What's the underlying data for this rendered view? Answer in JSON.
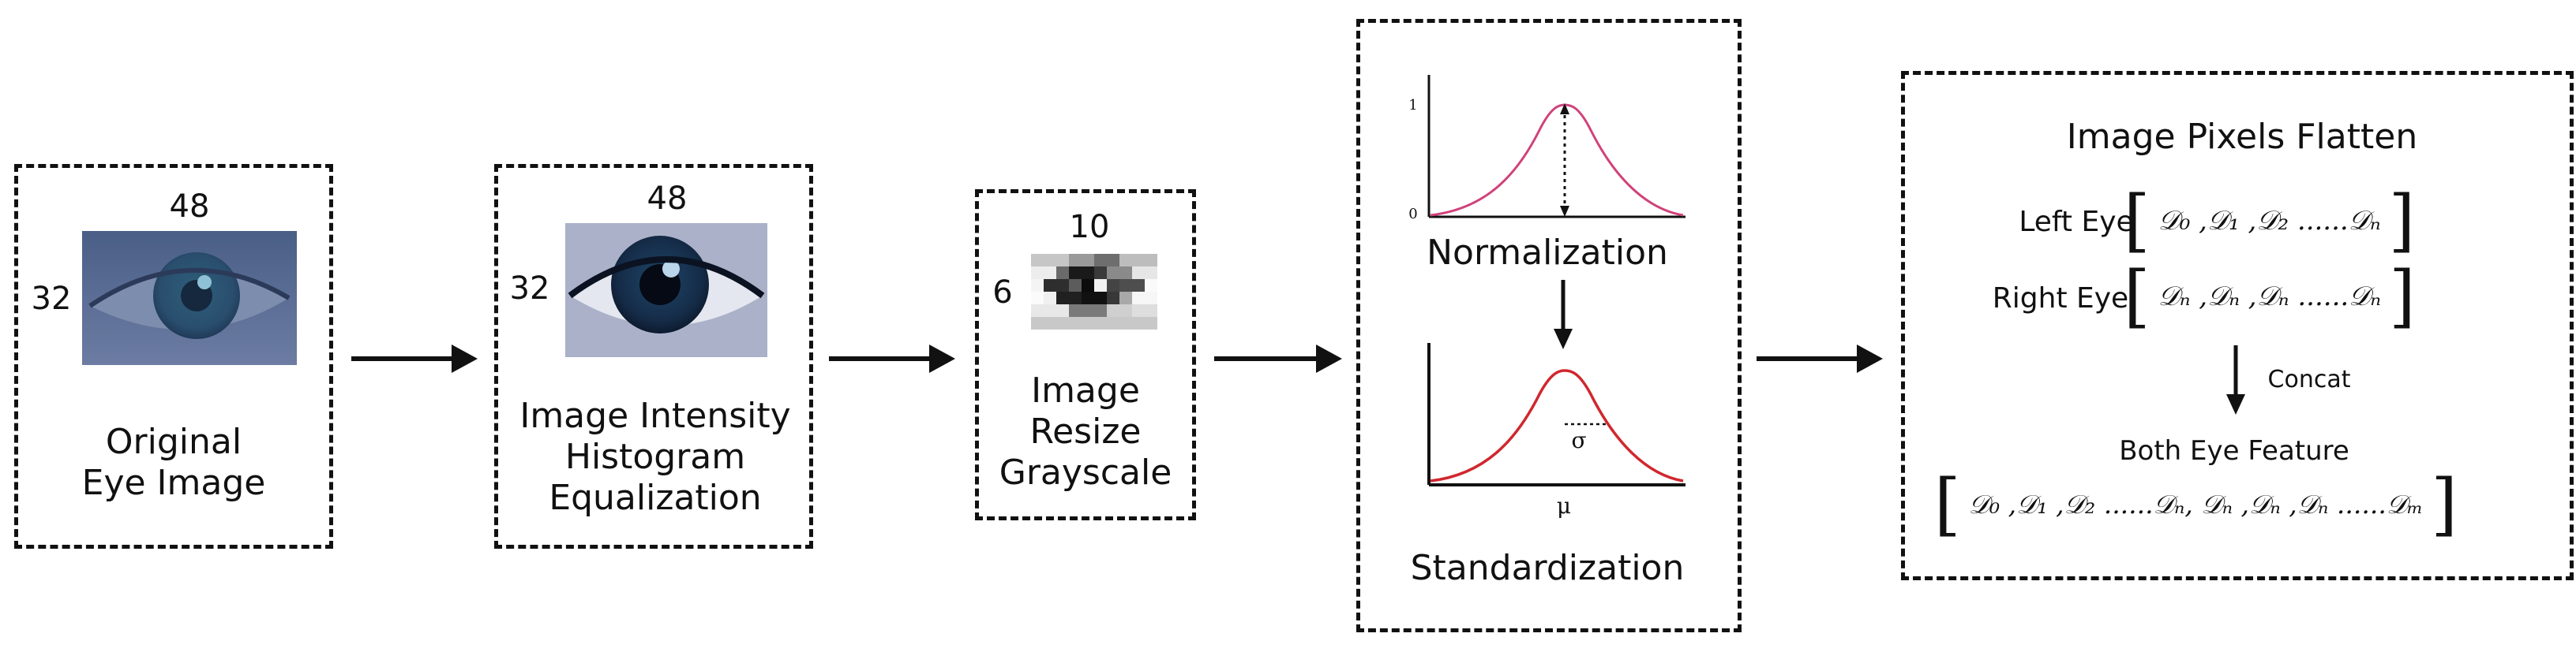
{
  "stage1": {
    "width": "48",
    "height": "32",
    "caption_line1": "Original",
    "caption_line2": "Eye Image"
  },
  "stage2": {
    "width": "48",
    "height": "32",
    "caption_line1": "Image Intensity",
    "caption_line2": "Histogram",
    "caption_line3": "Equalization"
  },
  "stage3": {
    "width": "10",
    "height": "6",
    "caption_line1": "Image",
    "caption_line2": "Resize",
    "caption_line3": "Grayscale"
  },
  "stage4": {
    "normalization_label": "Normalization",
    "standardization_label": "Standardization",
    "norm_ytick_top": "1",
    "norm_ytick_bottom": "0",
    "sigma_symbol": "σ",
    "mu_symbol": "μ"
  },
  "stage5": {
    "title": "Image Pixels Flatten",
    "left_eye_label": "Left Eye",
    "left_eye_seq": "𝒟₀ ,𝒟₁ ,𝒟₂ ......𝒟ₙ",
    "right_eye_label": "Right Eye",
    "right_eye_seq": "𝒟ₙ ,𝒟ₙ ,𝒟ₙ ......𝒟ₙ",
    "concat_label": "Concat",
    "both_label": "Both Eye Feature",
    "both_seq": "𝒟₀ ,𝒟₁ ,𝒟₂ ......𝒟ₙ, 𝒟ₙ ,𝒟ₙ ,𝒟ₙ ......𝒟ₘ"
  },
  "colors": {
    "curve": "#d0427a",
    "curve2": "#d0272e",
    "stroke": "#111111"
  }
}
